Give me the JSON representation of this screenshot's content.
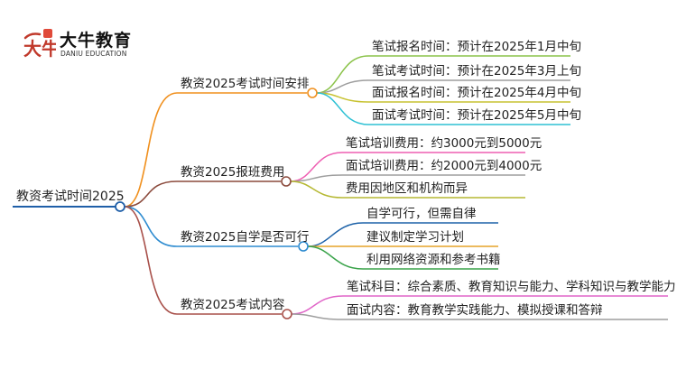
{
  "logo": {
    "brand": "大牛教育",
    "sub": "DANIU EDUCATION",
    "mark_chars": "大牛",
    "mark_icon": "daniu-logo-icon"
  },
  "mindmap": {
    "root": "教资考试时间2025",
    "branches": [
      {
        "label": "教资2025考试时间安排",
        "color": "#f0901e",
        "children": [
          {
            "label": "笔试报名时间：预计在2025年1月中旬",
            "color": "#8bc34a"
          },
          {
            "label": "笔试考试时间：预计在2025年3月上旬",
            "color": "#9e9e9e"
          },
          {
            "label": "面试报名时间：预计在2025年4月中旬",
            "color": "#c7c230"
          },
          {
            "label": "面试考试时间：预计在2025年5月中旬",
            "color": "#2ec1d4"
          }
        ]
      },
      {
        "label": "教资2025报班费用",
        "color": "#8b4a3c",
        "children": [
          {
            "label": "笔试培训费用：约3000元到5000元",
            "color": "#ee5fb2"
          },
          {
            "label": "面试培训费用：约2000元到4000元",
            "color": "#9e9e9e"
          },
          {
            "label": "费用因地区和机构而异",
            "color": "#b5b832"
          }
        ]
      },
      {
        "label": "教资2025自学是否可行",
        "color": "#2d8bd0",
        "children": [
          {
            "label": "自学可行，但需自律",
            "color": "#1d62a8"
          },
          {
            "label": "建议制定学习计划",
            "color": "#e6a428"
          },
          {
            "label": "利用网络资源和参考书籍",
            "color": "#3aa34a"
          }
        ]
      },
      {
        "label": "教资2025考试内容",
        "color": "#a8504a",
        "children": [
          {
            "label": "笔试科目：综合素质、教育知识与能力、学科知识与教学能力",
            "color": "#e065c8"
          },
          {
            "label": "面试内容：教育教学实践能力、模拟授课和答辩",
            "color": "#9e9e9e"
          }
        ]
      }
    ]
  }
}
